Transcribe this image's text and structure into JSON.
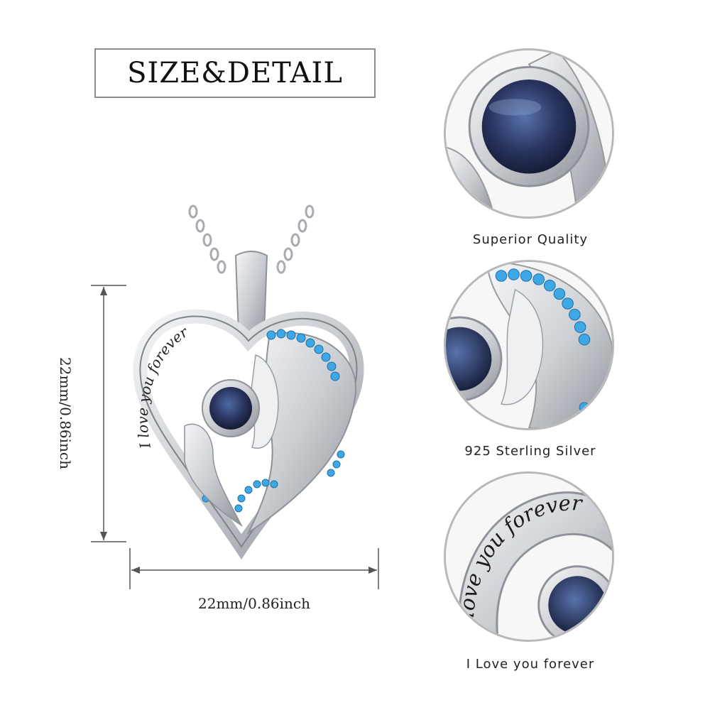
{
  "header": {
    "title": "SIZE&DETAIL"
  },
  "dimensions": {
    "height_label": "22mm/0.86inch",
    "width_label": "22mm/0.86inch"
  },
  "pendant": {
    "engraving": "I love you forever"
  },
  "details": [
    {
      "caption": "Superior Quality"
    },
    {
      "caption": "925 Sterling Silver"
    },
    {
      "caption": "I Love you forever"
    }
  ],
  "colors": {
    "accent_blue": "#3ea8e6",
    "silver": "#d9dce0",
    "stone": "#2c3a66",
    "frame": "#b8b8b8"
  }
}
